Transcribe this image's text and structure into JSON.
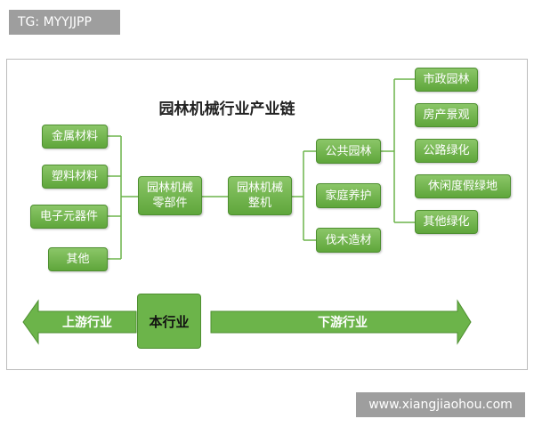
{
  "watermark_tag": "TG: MYYJJPP",
  "watermark_site": "www.xiangjiaohou.com",
  "title": "园林机械行业产业链",
  "materials": [
    "金属材料",
    "塑料材料",
    "电子元器件",
    "其他"
  ],
  "parts": "园林机械\n零部件",
  "machine": "园林机械\n整机",
  "applications": [
    "公共园林",
    "家庭养护",
    "伐木造材"
  ],
  "public_uses": [
    "市政园林",
    "房产景观",
    "公路绿化",
    "休闲度假绿地",
    "其他绿化"
  ],
  "bottom": {
    "upstream": "上游行业",
    "this_industry": "本行业",
    "downstream": "下游行业"
  },
  "colors": {
    "box_fill": "#6cb44a",
    "line": "#6cb44a"
  }
}
